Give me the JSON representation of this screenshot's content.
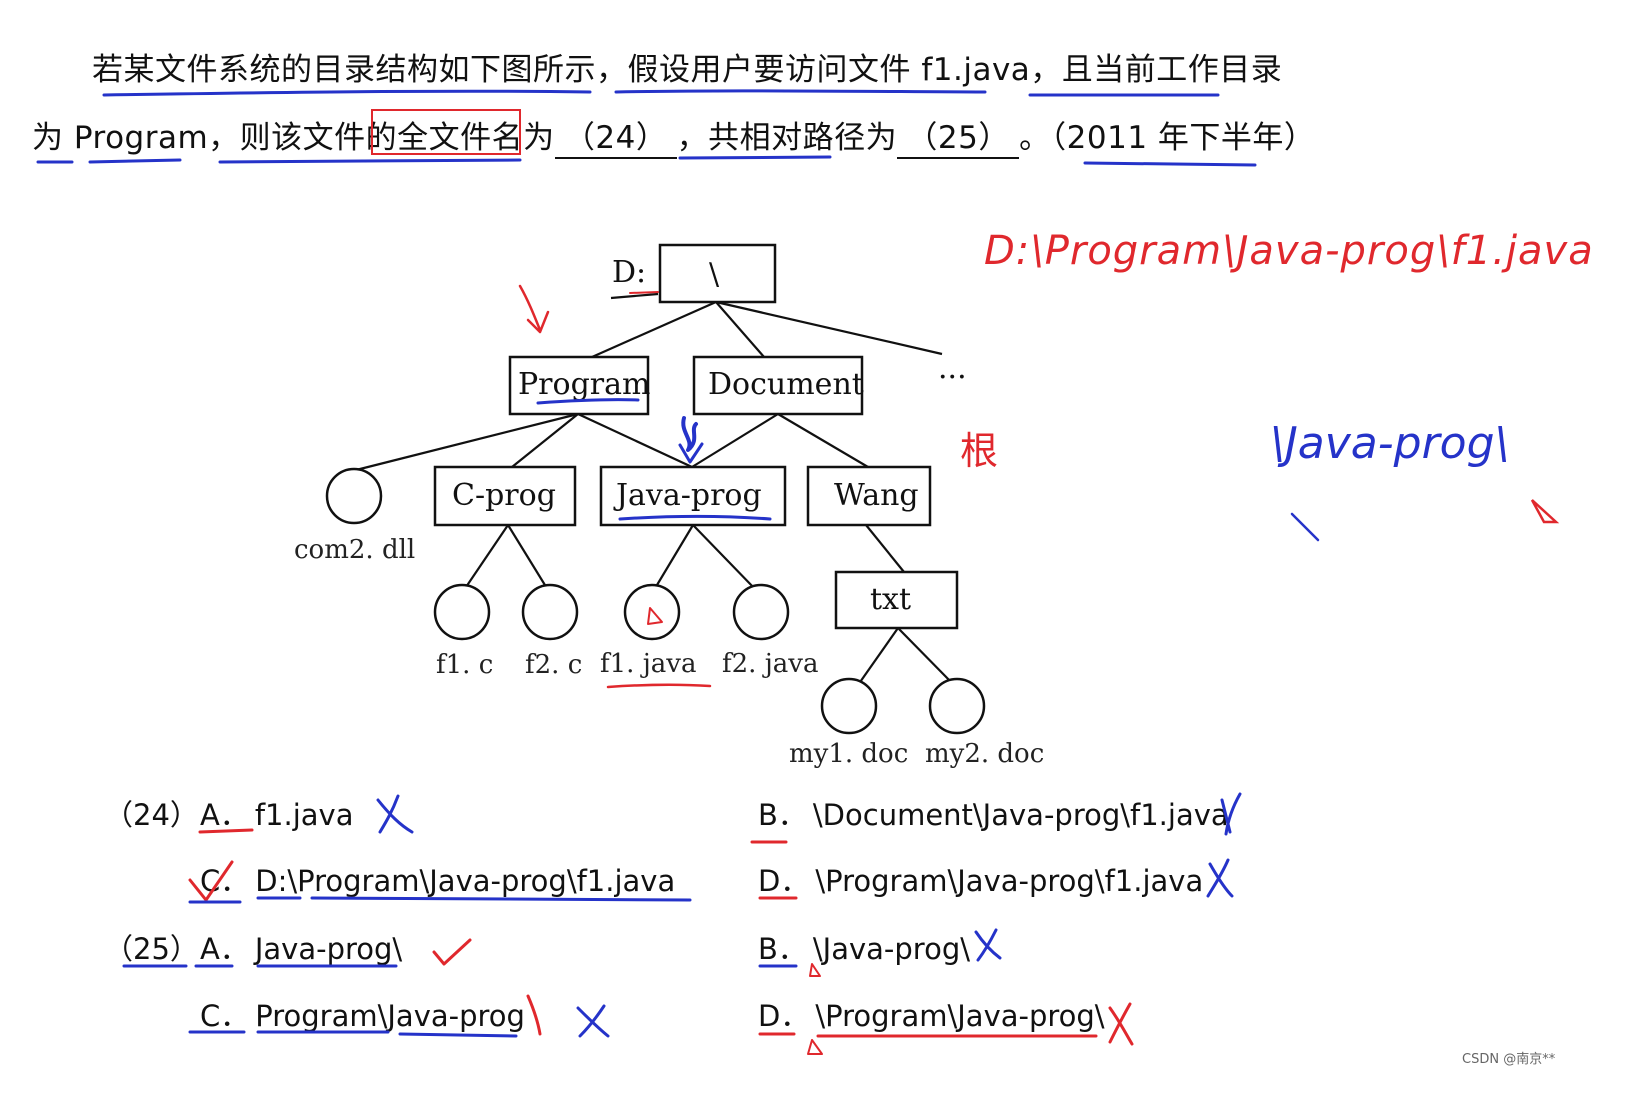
{
  "question": {
    "line1": "若某文件系统的目录结构如下图所示，假设用户要访问文件 f1.java，且当前工作目录",
    "line2_a": "为 Program，则该文件的全文件名为",
    "blank24": "（24）",
    "line2_b": "，共相对路径为",
    "blank25": "（25）",
    "line2_c": "。（2011 年下半年）"
  },
  "tree": {
    "drive_label": "D:",
    "root": "\\",
    "ellipsis": "···",
    "nodes": {
      "program": "Program",
      "document": "Document",
      "cprog": "C-prog",
      "javaprog": "Java-prog",
      "wang": "Wang",
      "txt": "txt"
    },
    "leaves": {
      "com2": "com2. dll",
      "f1c": "f1. c",
      "f2c": "f2. c",
      "f1java": "f1. java",
      "f2java": "f2. java",
      "my1": "my1. doc",
      "my2": "my2. doc"
    }
  },
  "annotations": {
    "full_path": "D:\\Program\\Java-prog\\f1.java",
    "relative": "\\Java-prog\\",
    "jian": "根",
    "colors": {
      "red": "#e0282d",
      "blue": "#2533c9"
    }
  },
  "options": {
    "q24": {
      "num": "（24）",
      "A": {
        "label": "A．",
        "text": "f1.java"
      },
      "B": {
        "label": "B．",
        "text": "\\Document\\Java-prog\\f1.java"
      },
      "C": {
        "label": "C．",
        "text": "D:\\Program\\Java-prog\\f1.java"
      },
      "D": {
        "label": "D．",
        "text": "\\Program\\Java-prog\\f1.java"
      }
    },
    "q25": {
      "num": "（25）",
      "A": {
        "label": "A．",
        "text": "Java-prog\\"
      },
      "B": {
        "label": "B．",
        "text": "\\Java-prog\\"
      },
      "C": {
        "label": "C．",
        "text": "Program\\Java-prog"
      },
      "D": {
        "label": "D．",
        "text": "\\Program\\Java-prog\\"
      }
    }
  },
  "watermark": "CSDN @南京**"
}
